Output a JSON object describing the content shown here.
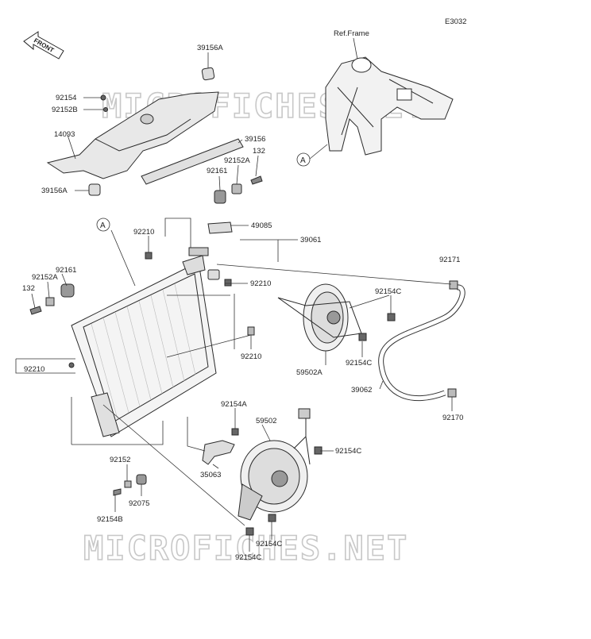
{
  "diagram_code": "E3032",
  "ref_frame_label": "Ref.Frame",
  "front_label": "FRONT",
  "watermark": "MICROFICHES.NET",
  "callouts": [
    {
      "id": "c1",
      "text": "A"
    },
    {
      "id": "c2",
      "text": "A"
    }
  ],
  "parts": [
    {
      "id": "p1",
      "text": "39156A"
    },
    {
      "id": "p2",
      "text": "92154"
    },
    {
      "id": "p3",
      "text": "92152B"
    },
    {
      "id": "p4",
      "text": "14093"
    },
    {
      "id": "p5",
      "text": "39156"
    },
    {
      "id": "p6",
      "text": "132"
    },
    {
      "id": "p7",
      "text": "92152A"
    },
    {
      "id": "p8",
      "text": "92161"
    },
    {
      "id": "p9",
      "text": "39156A"
    },
    {
      "id": "p10",
      "text": "49085"
    },
    {
      "id": "p11",
      "text": "92210"
    },
    {
      "id": "p12",
      "text": "39061"
    },
    {
      "id": "p13",
      "text": "92161"
    },
    {
      "id": "p14",
      "text": "92152A"
    },
    {
      "id": "p15",
      "text": "132"
    },
    {
      "id": "p16",
      "text": "92171"
    },
    {
      "id": "p17",
      "text": "92210"
    },
    {
      "id": "p18",
      "text": "92154C"
    },
    {
      "id": "p19",
      "text": "92210"
    },
    {
      "id": "p20",
      "text": "92210"
    },
    {
      "id": "p21",
      "text": "92154C"
    },
    {
      "id": "p22",
      "text": "59502A"
    },
    {
      "id": "p23",
      "text": "39062"
    },
    {
      "id": "p24",
      "text": "92170"
    },
    {
      "id": "p25",
      "text": "92154A"
    },
    {
      "id": "p26",
      "text": "59502"
    },
    {
      "id": "p27",
      "text": "92154C"
    },
    {
      "id": "p28",
      "text": "35063"
    },
    {
      "id": "p29",
      "text": "92152"
    },
    {
      "id": "p30",
      "text": "92075"
    },
    {
      "id": "p31",
      "text": "92154B"
    },
    {
      "id": "p32",
      "text": "92154C"
    },
    {
      "id": "p33",
      "text": "92154C"
    }
  ]
}
